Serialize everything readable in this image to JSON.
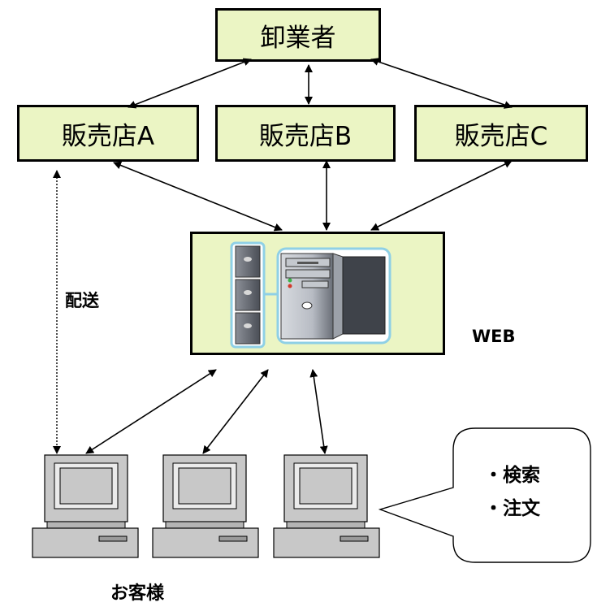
{
  "nodes": {
    "wholesaler": "卸業者",
    "store_a": "販売店A",
    "store_b": "販売店B",
    "store_c": "販売店C",
    "web_label": "WEB"
  },
  "labels": {
    "delivery": "配送",
    "customers": "お客様"
  },
  "bubble": {
    "line1": "・検索",
    "line2": "・注文"
  },
  "colors": {
    "box_fill": "#ebf5c4",
    "server_outline": "#8fd0e6"
  }
}
